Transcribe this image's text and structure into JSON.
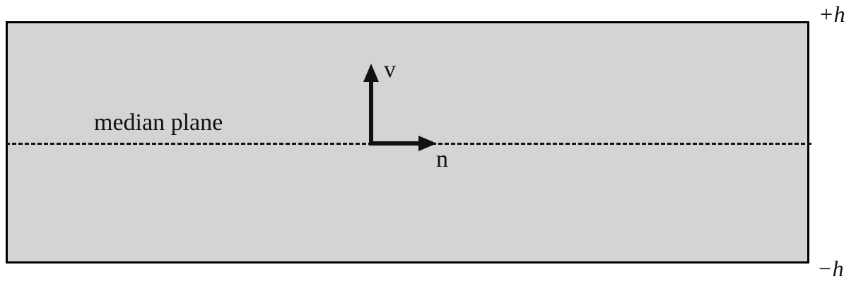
{
  "figure": {
    "labels": {
      "median_plane": "median plane",
      "v_axis": "v",
      "n_axis": "n",
      "top_surface": "+h",
      "bottom_surface": "−h"
    },
    "colors": {
      "slab_fill": "#d4d4d4",
      "outline": "#000000",
      "text": "#111111"
    }
  }
}
